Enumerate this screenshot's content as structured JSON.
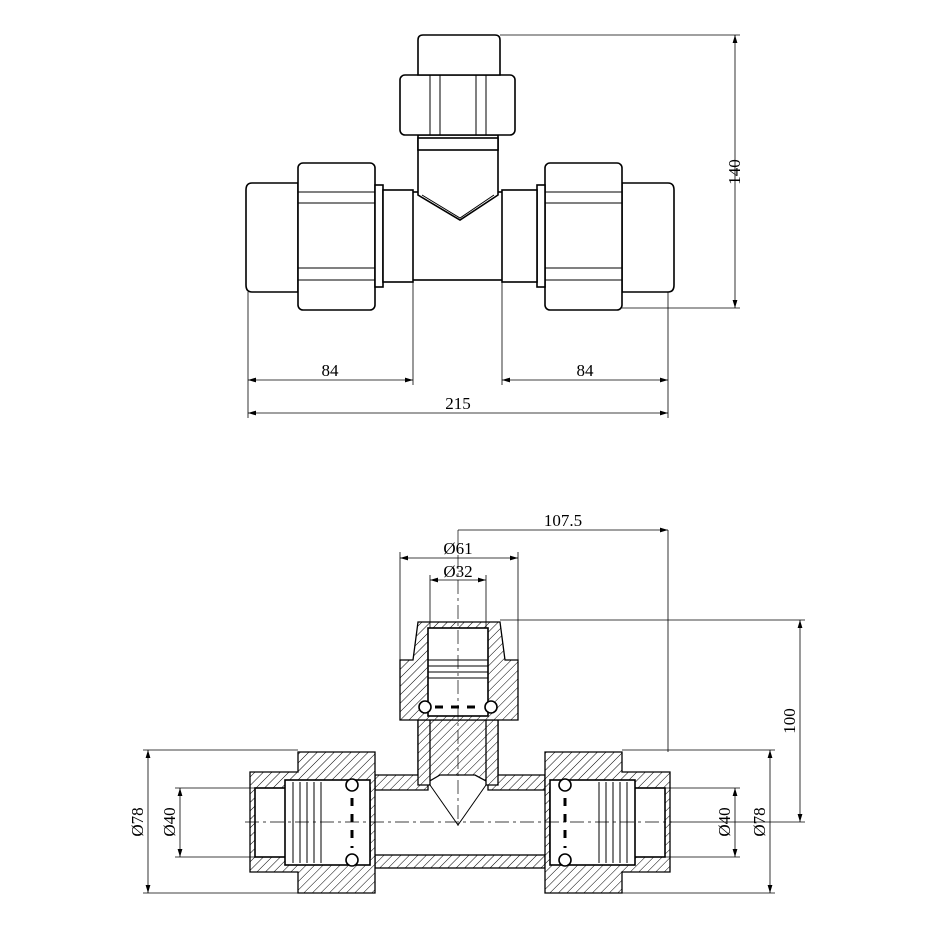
{
  "top_view": {
    "dims": {
      "height": "140",
      "left_len": "84",
      "right_len": "84",
      "total_len": "215"
    }
  },
  "section_view": {
    "dims": {
      "half_len": "107.5",
      "branch_nut_dia": "Ø61",
      "branch_pipe_dia": "Ø32",
      "branch_height": "100",
      "left_outer_dia": "Ø78",
      "left_pipe_dia": "Ø40",
      "right_pipe_dia": "Ø40",
      "right_outer_dia": "Ø78"
    }
  }
}
